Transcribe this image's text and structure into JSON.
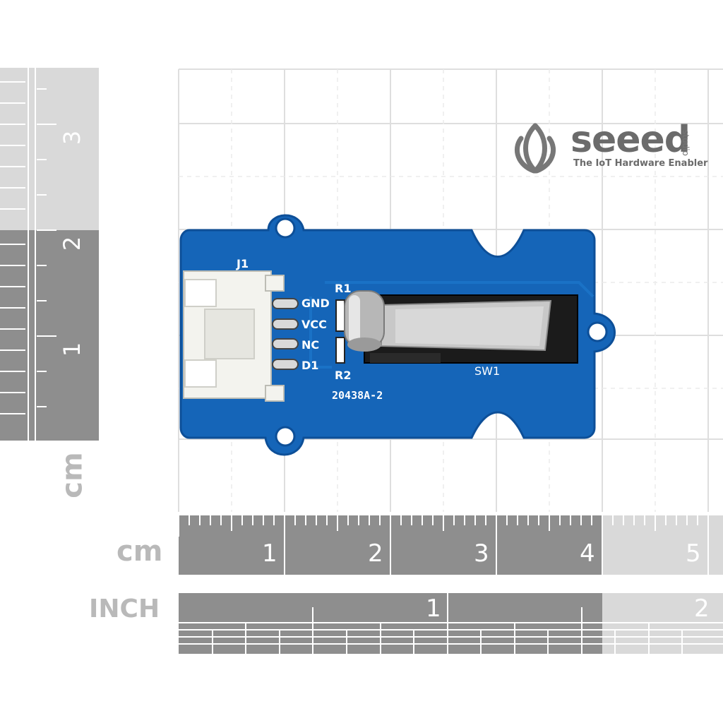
{
  "brand": {
    "name": "seeed",
    "tagline": "The IoT Hardware Enabler",
    "sub": "studio"
  },
  "board": {
    "connector_label": "J1",
    "pins": [
      "GND",
      "VCC",
      "NC",
      "D1"
    ],
    "resistors": [
      "R1",
      "R2"
    ],
    "switch_label": "SW1",
    "part_number": "20438A-2",
    "colors": {
      "pcb": "#1565b8",
      "pcb_edge": "#0d4f98",
      "silk": "#ffffff",
      "switch_body": "#1b1b1b",
      "lever": "#c8c8c8"
    }
  },
  "ruler": {
    "vertical": {
      "unit": "cm",
      "numbers": [
        "3",
        "2",
        "1"
      ]
    },
    "horizontal_cm": {
      "unit": "cm",
      "numbers": [
        "1",
        "2",
        "3",
        "4",
        "5"
      ]
    },
    "horizontal_inch": {
      "unit": "INCH",
      "numbers": [
        "1",
        "2"
      ]
    }
  }
}
